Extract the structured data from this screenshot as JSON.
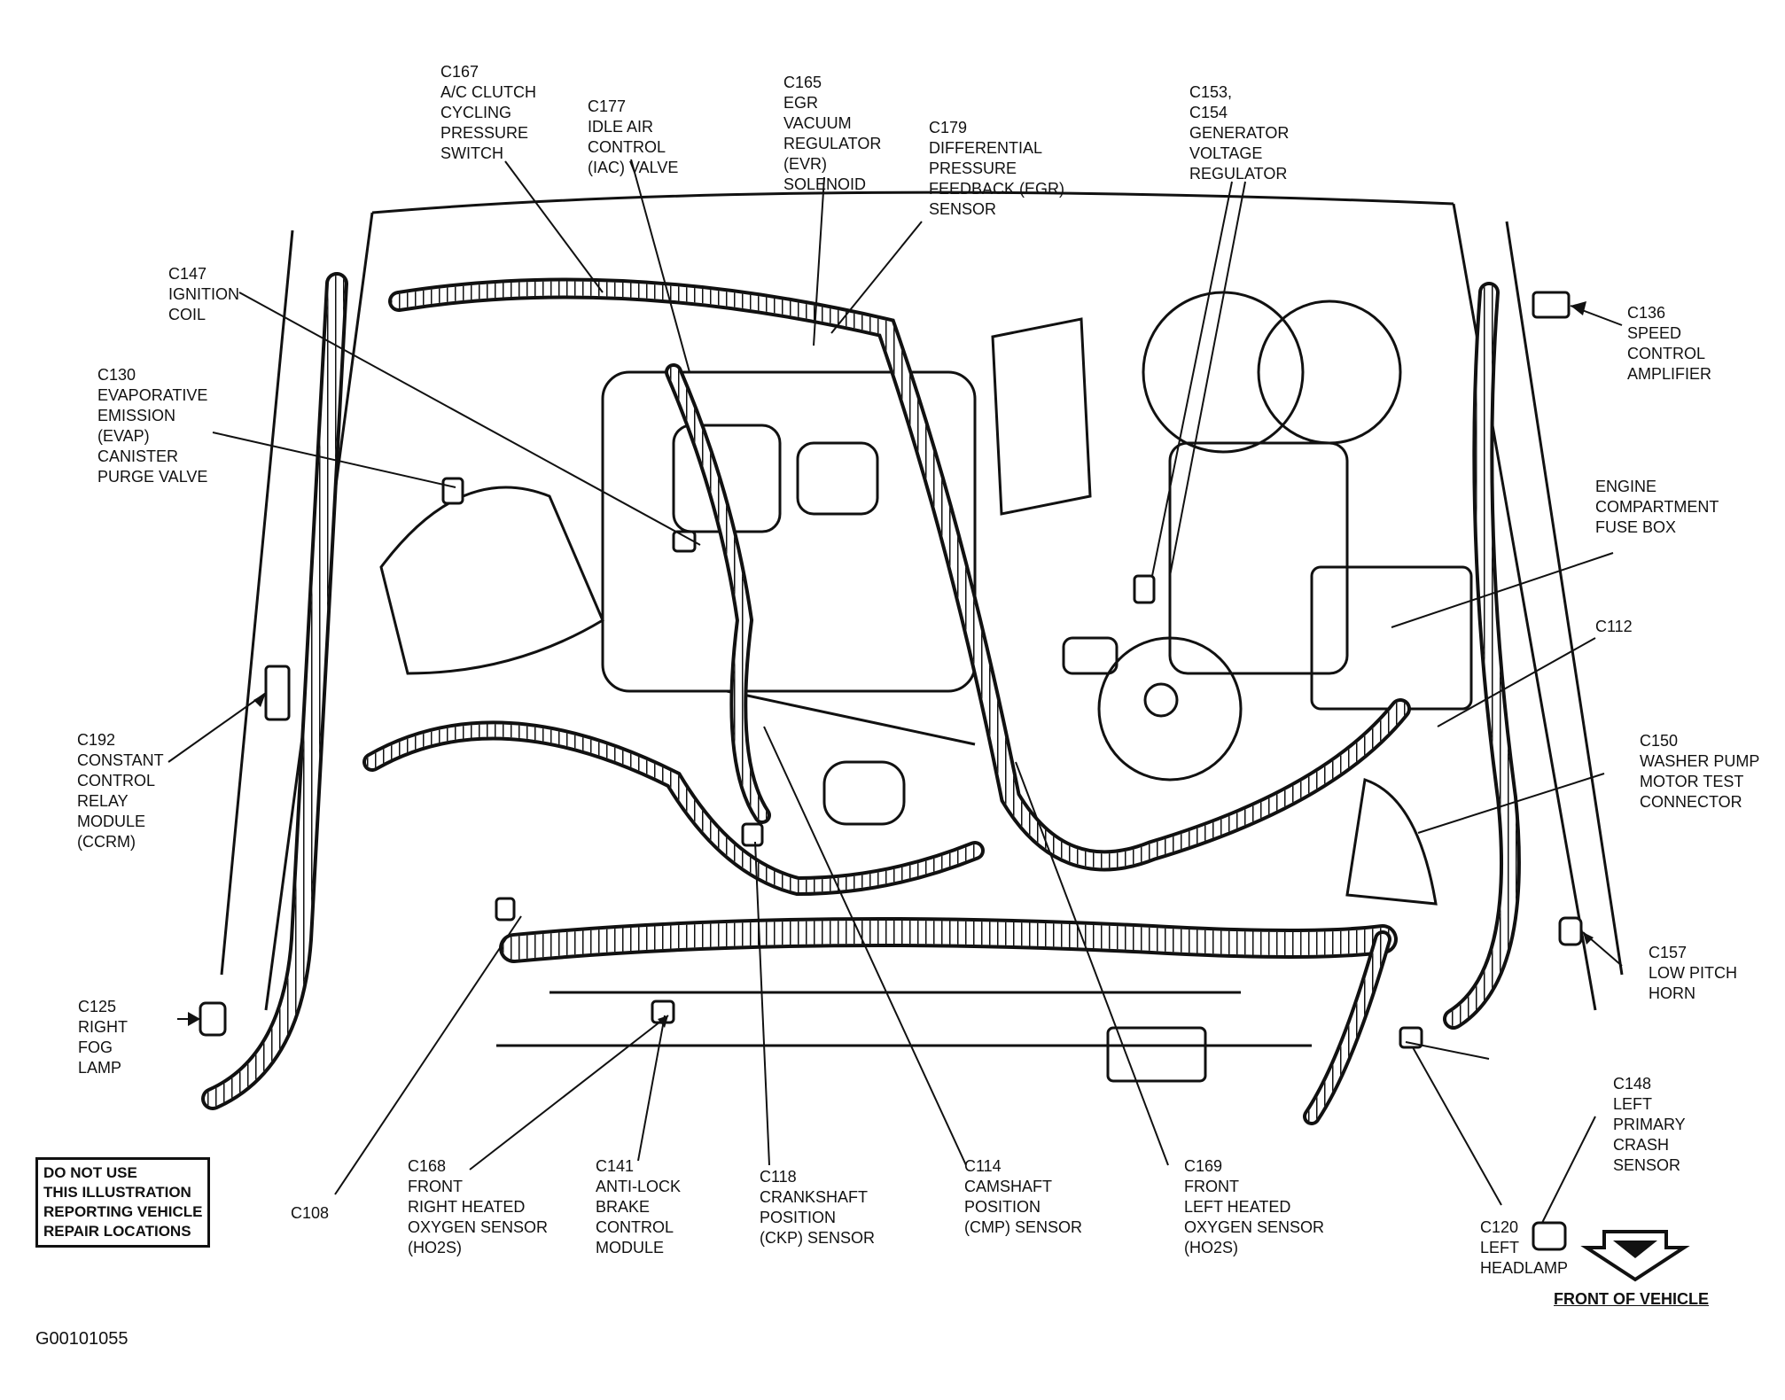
{
  "callouts": {
    "c167": [
      "C167",
      "A/C CLUTCH",
      "CYCLING",
      "PRESSURE",
      "SWITCH"
    ],
    "c177": [
      "C177",
      "IDLE AIR",
      "CONTROL",
      "(IAC) VALVE"
    ],
    "c165": [
      "C165",
      "EGR",
      "VACUUM",
      "REGULATOR",
      "(EVR)",
      "SOLENOID"
    ],
    "c179": [
      "C179",
      "DIFFERENTIAL",
      "PRESSURE",
      "FEEDBACK (EGR)",
      "SENSOR"
    ],
    "c153": [
      "C153,",
      "C154",
      "GENERATOR",
      "VOLTAGE",
      "REGULATOR"
    ],
    "c147": [
      "C147",
      "IGNITION",
      "COIL"
    ],
    "c130": [
      "C130",
      "EVAPORATIVE",
      "EMISSION",
      "(EVAP)",
      "CANISTER",
      "PURGE VALVE"
    ],
    "c136": [
      "C136",
      "SPEED",
      "CONTROL",
      "AMPLIFIER"
    ],
    "fusebox": [
      "ENGINE",
      "COMPARTMENT",
      "FUSE BOX"
    ],
    "c112": [
      "C112"
    ],
    "c150": [
      "C150",
      "WASHER PUMP",
      "MOTOR TEST",
      "CONNECTOR"
    ],
    "c192": [
      "C192",
      "CONSTANT",
      "CONTROL",
      "RELAY",
      "MODULE",
      "(CCRM)"
    ],
    "c157": [
      "C157",
      "LOW PITCH",
      "HORN"
    ],
    "c125": [
      "C125",
      "RIGHT",
      "FOG",
      "LAMP"
    ],
    "c148": [
      "C148",
      "LEFT",
      "PRIMARY",
      "CRASH",
      "SENSOR"
    ],
    "c108": [
      "C108"
    ],
    "c168": [
      "C168",
      "FRONT",
      "RIGHT HEATED",
      "OXYGEN SENSOR",
      "(HO2S)"
    ],
    "c141": [
      "C141",
      "ANTI-LOCK",
      "BRAKE",
      "CONTROL",
      "MODULE"
    ],
    "c118": [
      "C118",
      "CRANKSHAFT",
      "POSITION",
      "(CKP) SENSOR"
    ],
    "c114": [
      "C114",
      "CAMSHAFT",
      "POSITION",
      "(CMP) SENSOR"
    ],
    "c169": [
      "C169",
      "FRONT",
      "LEFT HEATED",
      "OXYGEN SENSOR",
      "(HO2S)"
    ],
    "c120": [
      "C120",
      "LEFT",
      "HEADLAMP"
    ]
  },
  "warning": [
    "DO NOT USE",
    "THIS ILLUSTRATION",
    "REPORTING VEHICLE",
    "REPAIR LOCATIONS"
  ],
  "front_of_vehicle": "FRONT OF VEHICLE",
  "figure_id": "G00101055"
}
